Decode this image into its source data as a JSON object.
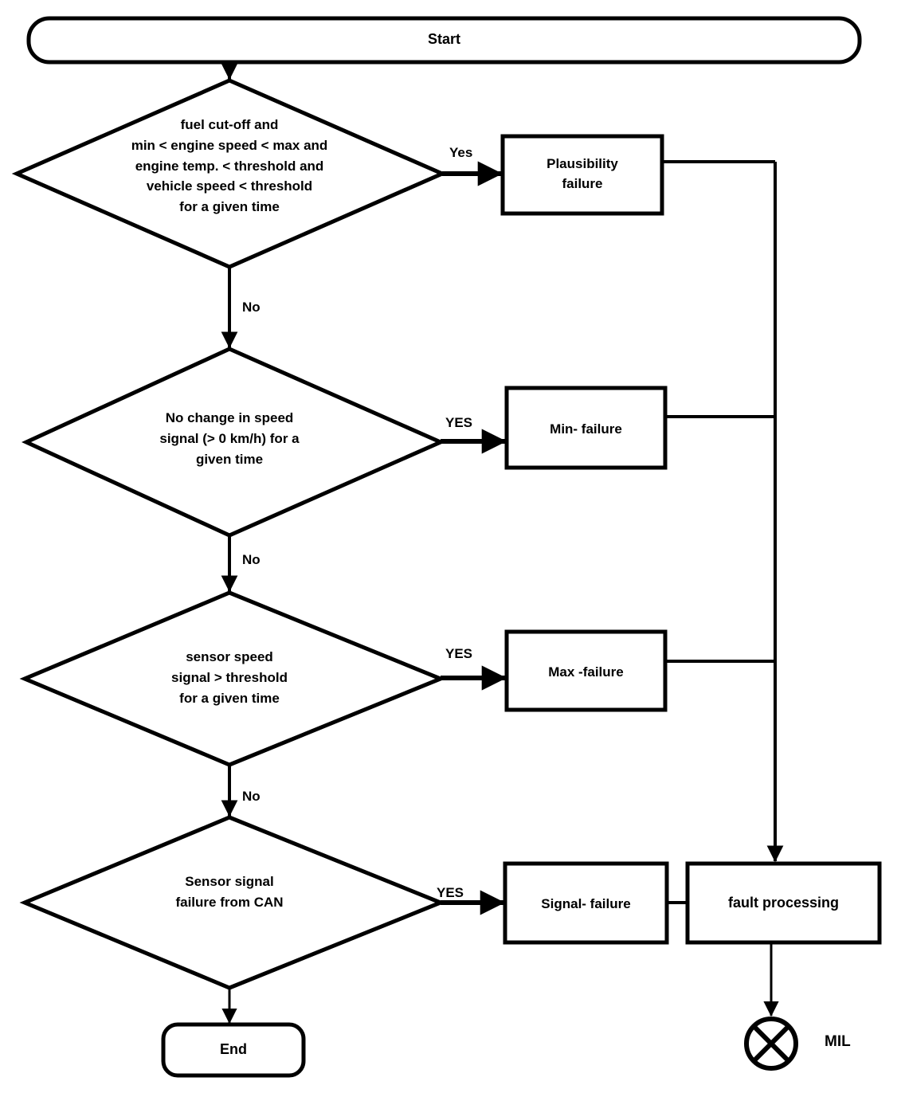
{
  "diagram": {
    "title": "Vehicle speed sensor diagnostic flowchart",
    "stroke_color": "#000000",
    "fill_color": "#ffffff",
    "nodes": {
      "start": {
        "label": "Start",
        "shape": "terminator"
      },
      "decision1": {
        "label": "fuel cut-off and\nmin < engine speed < max and\nengine temp. < threshold and\nvehicle speed < threshold\nfor a given time",
        "shape": "decision"
      },
      "decision2": {
        "label": "No change in speed\nsignal (> 0 km/h) for a\ngiven time",
        "shape": "decision"
      },
      "decision3": {
        "label": "sensor speed\nsignal  > threshold\nfor a given time",
        "shape": "decision"
      },
      "decision4": {
        "label": "Sensor signal\nfailure from CAN",
        "shape": "decision"
      },
      "plausibility_failure": {
        "label": "Plausibility\nfailure",
        "shape": "process"
      },
      "min_failure": {
        "label": "Min- failure",
        "shape": "process"
      },
      "max_failure": {
        "label": "Max -failure",
        "shape": "process"
      },
      "signal_failure": {
        "label": "Signal- failure",
        "shape": "process"
      },
      "fault_processing": {
        "label": "fault processing",
        "shape": "process"
      },
      "mil": {
        "label": "MIL",
        "shape": "lamp-cross-circle"
      },
      "end": {
        "label": "End",
        "shape": "terminator"
      }
    },
    "edge_labels": {
      "yes1": "Yes",
      "no1": "No",
      "yes2": "YES",
      "no2": "No",
      "yes3": "YES",
      "no3": "No",
      "yes4": "YES"
    }
  }
}
